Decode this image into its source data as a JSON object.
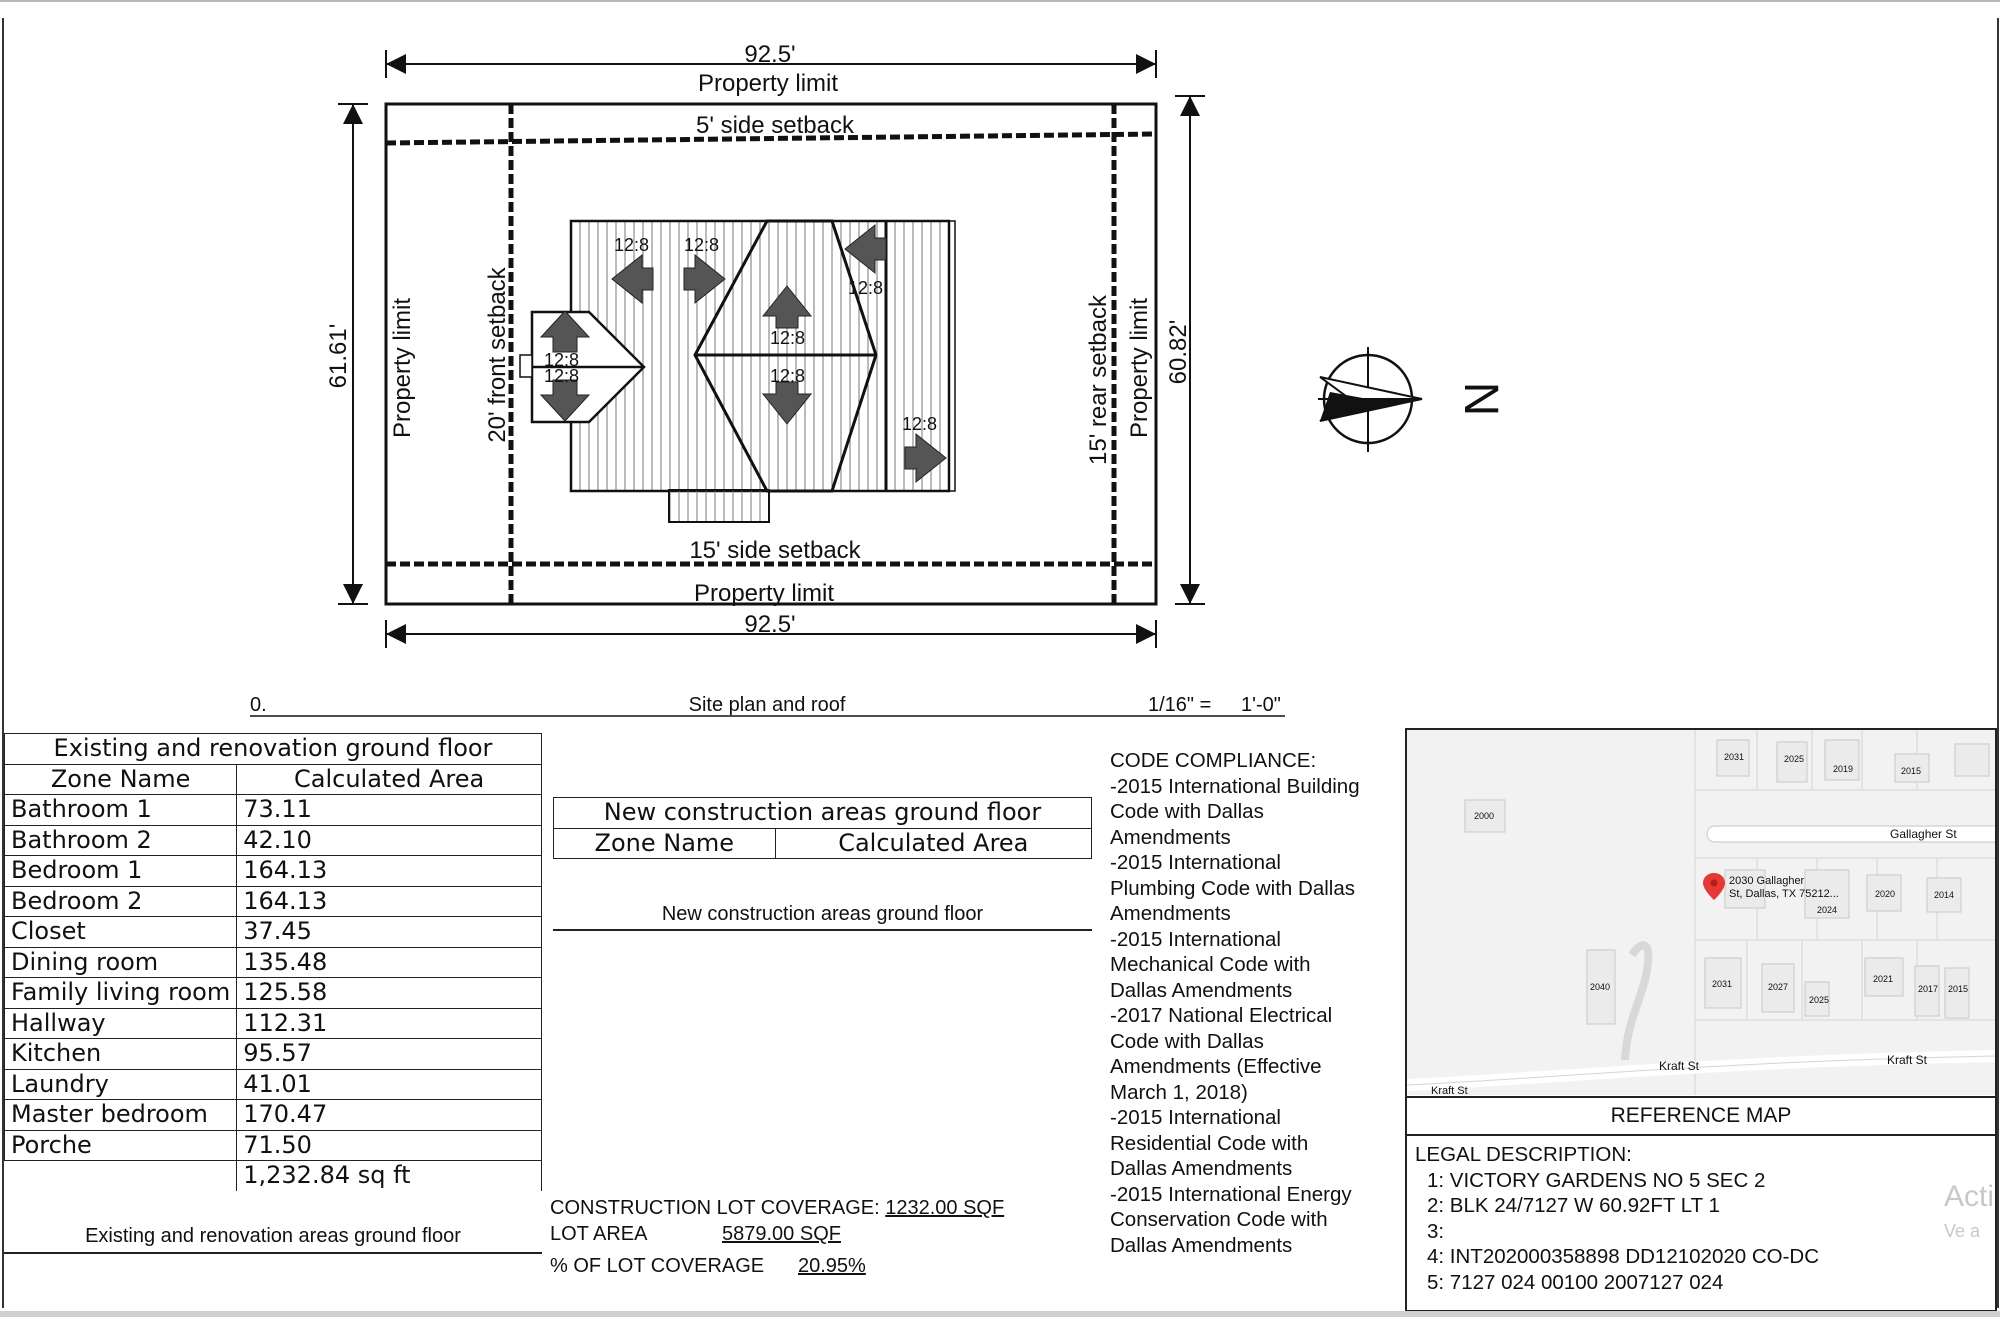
{
  "site_plan": {
    "dim_top": "92.5'",
    "dim_bottom": "92.5'",
    "dim_left": "61.61'",
    "dim_right": "60.82'",
    "property_limit_top": "Property limit",
    "property_limit_bottom": "Property limit",
    "property_limit_left": "Property limit",
    "property_limit_right": "Property limit",
    "setback_top": "5' side setback",
    "setback_bottom": "15' side setback",
    "setback_front": "20' front setback",
    "setback_rear": "15' rear setback",
    "slope": "12:8",
    "north_label": "N",
    "title_number": "0.",
    "title": "Site plan and roof",
    "scale_left": "1/16\" =",
    "scale_right": "1'-0\""
  },
  "existing_table": {
    "title": "Existing and renovation ground floor",
    "col_zone": "Zone Name",
    "col_area": "Calculated Area",
    "rows": [
      {
        "zone": "Bathroom 1",
        "area": "73.11"
      },
      {
        "zone": "Bathroom 2",
        "area": "42.10"
      },
      {
        "zone": "Bedroom 1",
        "area": "164.13"
      },
      {
        "zone": "Bedroom 2",
        "area": "164.13"
      },
      {
        "zone": "Closet",
        "area": "37.45"
      },
      {
        "zone": "Dining room",
        "area": "135.48"
      },
      {
        "zone": "Family living room",
        "area": "125.58"
      },
      {
        "zone": "Hallway",
        "area": "112.31"
      },
      {
        "zone": "Kitchen",
        "area": "95.57"
      },
      {
        "zone": "Laundry",
        "area": "41.01"
      },
      {
        "zone": "Master bedroom",
        "area": "170.47"
      },
      {
        "zone": "Porche",
        "area": "71.50"
      }
    ],
    "total": "1,232.84 sq ft",
    "caption": "Existing and renovation areas ground floor"
  },
  "new_table": {
    "title": "New construction areas ground floor",
    "col_zone": "Zone Name",
    "col_area": "Calculated Area",
    "caption": "New construction areas ground floor"
  },
  "coverage": {
    "construction_label": "CONSTRUCTION LOT COVERAGE:",
    "construction_value": "1232.00 SQF",
    "lot_label": "LOT AREA",
    "lot_value": "5879.00 SQF",
    "pct_label": "% OF LOT COVERAGE",
    "pct_value": "20.95%"
  },
  "code_compliance": [
    "CODE COMPLIANCE:",
    "-2015 International Building",
    "Code with Dallas",
    "Amendments",
    "-2015 International",
    "Plumbing Code with Dallas",
    "Amendments",
    "-2015 International",
    "Mechanical Code with",
    "Dallas Amendments",
    "-2017 National Electrical",
    "Code with Dallas",
    "Amendments (Effective",
    "March 1, 2018)",
    "-2015 International",
    "Residential Code with",
    "Dallas Amendments",
    "-2015 International Energy",
    "Conservation Code with",
    "Dallas Amendments"
  ],
  "map": {
    "street_gallagher": "Gallagher St",
    "street_kraft_1": "Kraft St",
    "street_kraft_2": "Kraft St",
    "pin_line1": "2030 Gallagher",
    "pin_line2": "St, Dallas, TX 75212...",
    "lot_numbers": [
      "2031",
      "2025",
      "2019",
      "2015",
      "2000",
      "2024",
      "2020",
      "2014",
      "2040",
      "2031",
      "2027",
      "2025",
      "2021",
      "2017",
      "2015"
    ],
    "pin_color": "#e53935"
  },
  "reference_map_label": "REFERENCE MAP",
  "legal": [
    "LEGAL DESCRIPTION:",
    "1: VICTORY GARDENS NO 5 SEC 2",
    "2: BLK 24/7127 W 60.92FT LT 1",
    "3:",
    "4: INT202000358898 DD12102020 CO-DC",
    "5: 7127 024 00100 2007127 024"
  ],
  "watermark": {
    "line1": "Acti",
    "line2": "Ve a"
  }
}
